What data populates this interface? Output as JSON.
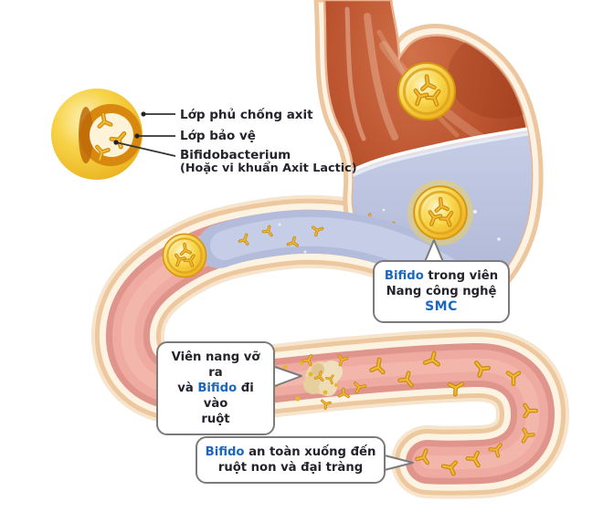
{
  "diagram_labels": {
    "coating": "Lớp phủ chống axit",
    "protective": "Lớp bảo vệ",
    "bifido_name": "Bifidobacterium",
    "bifido_alt": "(Hoặc vi khuẩn Axit Lactic)"
  },
  "callouts": {
    "smc": {
      "accent1": "Bifido",
      "rest1": " trong viên",
      "line2": "Nang công nghệ",
      "accent3": "SMC"
    },
    "burst": {
      "line1": "Viên nang vỡ ra",
      "pre2": "và ",
      "accent2": "Bifido",
      "post2": " đi vào",
      "line3": "ruột"
    },
    "safe": {
      "accent1": "Bifido",
      "rest1": " an toàn xuống đến",
      "line2": "ruột non và đại tràng"
    }
  },
  "colors": {
    "accent_blue": "#1a67bd",
    "text_dark": "#24242c",
    "callout_border": "#7b7b7b",
    "capsule_gold": "#f3c233",
    "bacteria_gold": "#eeb028",
    "stomach_red": "#b54f2b",
    "gastric_acid_blue": "#aeb7d6",
    "intestine_pink": "#efaaa1",
    "wall_cream": "#fdf3e2",
    "wall_peach": "#edc79e"
  }
}
